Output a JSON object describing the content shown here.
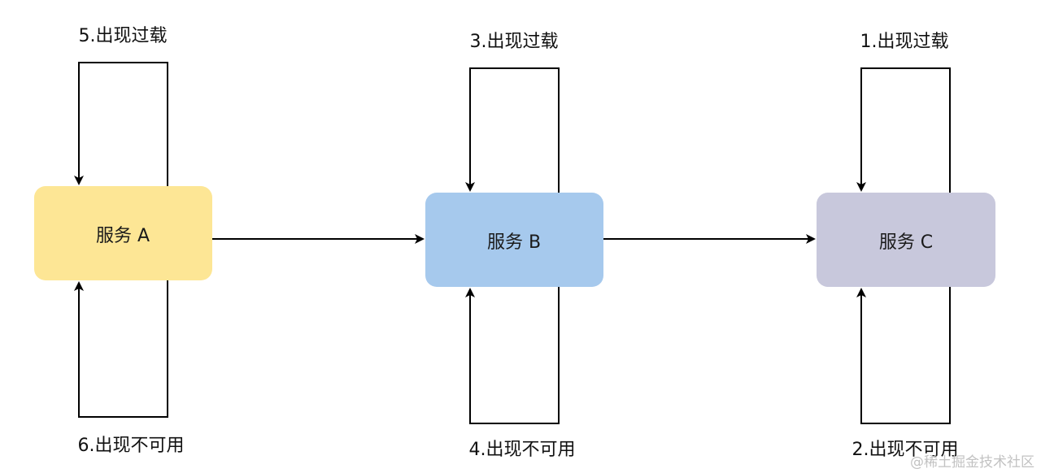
{
  "nodes": {
    "a": {
      "label": "服务 A",
      "color": "#fde695"
    },
    "b": {
      "label": "服务 B",
      "color": "#a6c9ed"
    },
    "c": {
      "label": "服务 C",
      "color": "#c8c8dc"
    }
  },
  "labels": {
    "c_overload": "1.出现过载",
    "c_unavailable": "2.出现不可用",
    "b_overload": "3.出现过载",
    "b_unavailable": "4.出现不可用",
    "a_overload": "5.出现过载",
    "a_unavailable": "6.出现不可用"
  },
  "watermark": "@稀土掘金技术社区",
  "colors": {
    "line": "#000000",
    "text": "#111111"
  }
}
